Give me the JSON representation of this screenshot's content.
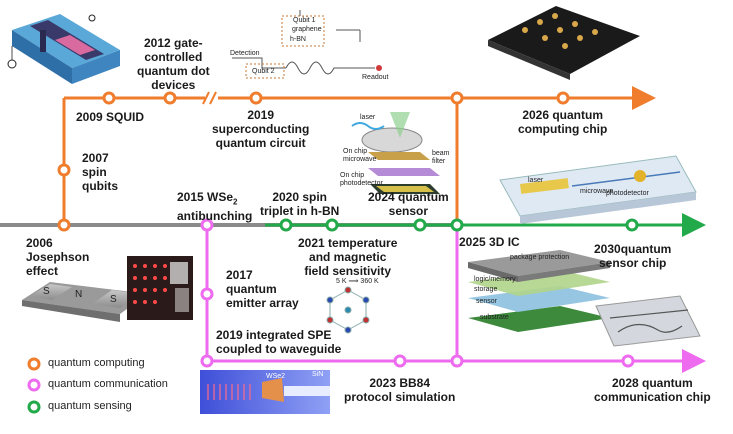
{
  "colors": {
    "computing": "#ef7d2d",
    "communication": "#ee6aef",
    "sensing": "#22a94a",
    "baseline": "#8a8a8a"
  },
  "milestones": {
    "m2006": "2006\nJosephson\neffect",
    "m2007": "2007\nspin\nqubits",
    "m2009": "2009 SQUID",
    "m2012": "2012 gate-\ncontrolled\nquantum dot\ndevices",
    "m2019sc": "2019\nsuperconducting\nquantum circuit",
    "m2026": "2026 quantum\ncomputing chip",
    "m2015": "2015 WSe",
    "m2015sub": "2",
    "m2015b": "antibunching",
    "m2017": "2017\nquantum\nemitter array",
    "m2019spe": "2019 integrated SPE\ncoupled to waveguide",
    "m2020": "2020 spin\ntriplet in h-BN",
    "m2021": "2021 temperature\nand magnetic\nfield sensitivity",
    "m2024": "2024 quantum\nsensor",
    "m2025": "2025 3D IC",
    "m2030": "2030quantum\nsensor chip",
    "m2023": "2023 BB84\nprotocol simulation",
    "m2028": "2028 quantum\ncommunication chip"
  },
  "figure_labels": {
    "josephson_s1": "S",
    "josephson_n": "N",
    "josephson_s2": "S",
    "qubit1": "Qubit 1",
    "graphene": "graphene",
    "hbn": "h-BN",
    "qubit2": "Qubit 2",
    "detection": "Detection",
    "readout": "Readout",
    "laser": "laser",
    "onchip_microwave": "On chip\nmicrowave",
    "beam_filter": "beam\nfilter",
    "onchip_photodetector": "On chip\nphotodetector",
    "temp_range": "5 K ⟹ 360 K",
    "package_protection": "package protection",
    "logic_memory": "logic/memory",
    "storage": "storage",
    "sensor": "sensor",
    "substrate": "substrate",
    "chip_microwave": "microwave",
    "chip_photodetector": "photodetector",
    "chip_laser": "laser",
    "wse2": "WSe2",
    "sin": "SiN"
  },
  "legend": [
    {
      "label": "quantum computing",
      "color": "#ef7d2d"
    },
    {
      "label": "quantum communication",
      "color": "#ee6aef"
    },
    {
      "label": "quantum sensing",
      "color": "#22a94a"
    }
  ]
}
